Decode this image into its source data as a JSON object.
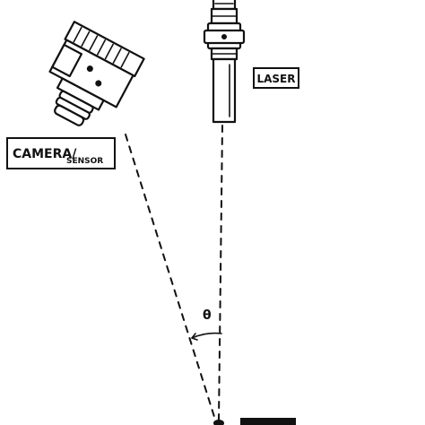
{
  "labels": {
    "camera_main": "CAMERA/",
    "camera_sub": "SENSOR",
    "laser": "LASER",
    "angle": "θ"
  }
}
